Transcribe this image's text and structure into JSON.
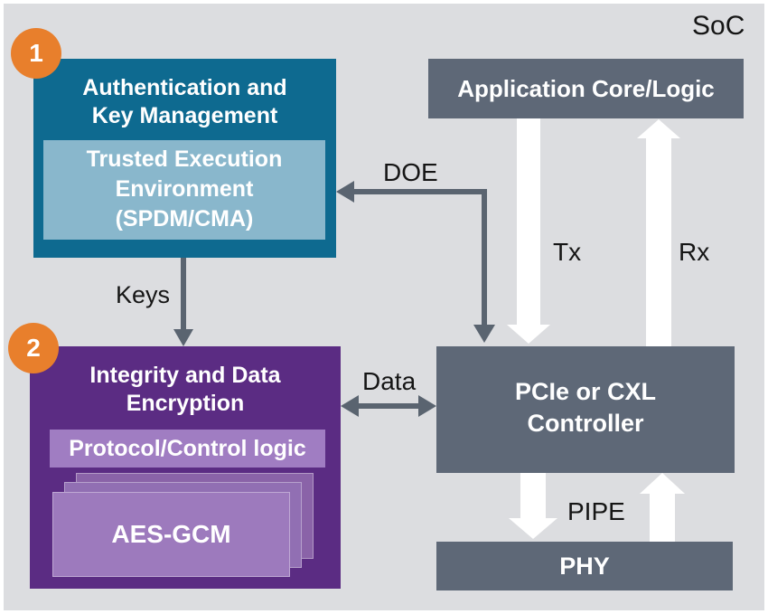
{
  "soc_label": "SoC",
  "colors": {
    "background": "#dcdde0",
    "teal": "#0e6a90",
    "teal_light": "#89b7cc",
    "purple": "#5b2c83",
    "purple_light": "#a07dc2",
    "sheet_back": "#8a63a8",
    "sheet_mid": "#916fb3",
    "sheet_front": "#9d7abd",
    "slate": "#5e6877",
    "orange": "#e87f2c",
    "arrow": "#5a6470"
  },
  "badges": {
    "one": "1",
    "two": "2"
  },
  "auth_block": {
    "title_lines": [
      "Authentication and",
      "Key Management"
    ],
    "tee_lines": [
      "Trusted Execution",
      "Environment",
      "(SPDM/CMA)"
    ]
  },
  "integrity_block": {
    "title_lines": [
      "Integrity and Data",
      "Encryption"
    ],
    "protocol_label": "Protocol/Control logic",
    "aes_label": "AES-GCM"
  },
  "soc_blocks": {
    "application": "Application Core/Logic",
    "controller_lines": [
      "PCIe or CXL",
      "Controller"
    ],
    "phy": "PHY"
  },
  "arrow_labels": {
    "doe": "DOE",
    "keys": "Keys",
    "data": "Data",
    "tx": "Tx",
    "rx": "Rx",
    "pipe": "PIPE"
  }
}
